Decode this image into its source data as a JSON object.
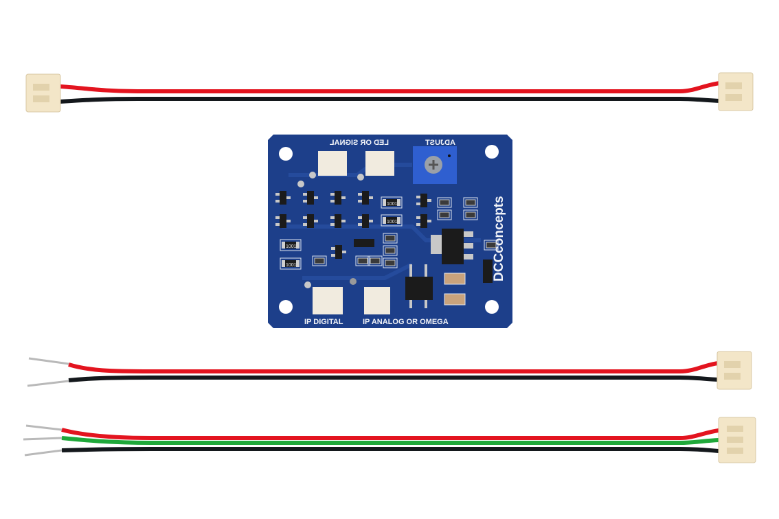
{
  "board": {
    "brand": "DCCconcepts",
    "label_top_left": "LED OR SIGNAL",
    "label_top_right": "ADJUST",
    "label_bottom_left": "IP DIGITAL",
    "label_bottom_right": "IP ANALOG OR OMEGA",
    "resistor_code": "1001",
    "pcb_color": "#1d3f8a",
    "trimmer_color": "#2f5fd0"
  },
  "cables": {
    "red": "#e3141f",
    "black": "#14181c",
    "green": "#1fa83a",
    "connector": "#f3e6c8"
  }
}
